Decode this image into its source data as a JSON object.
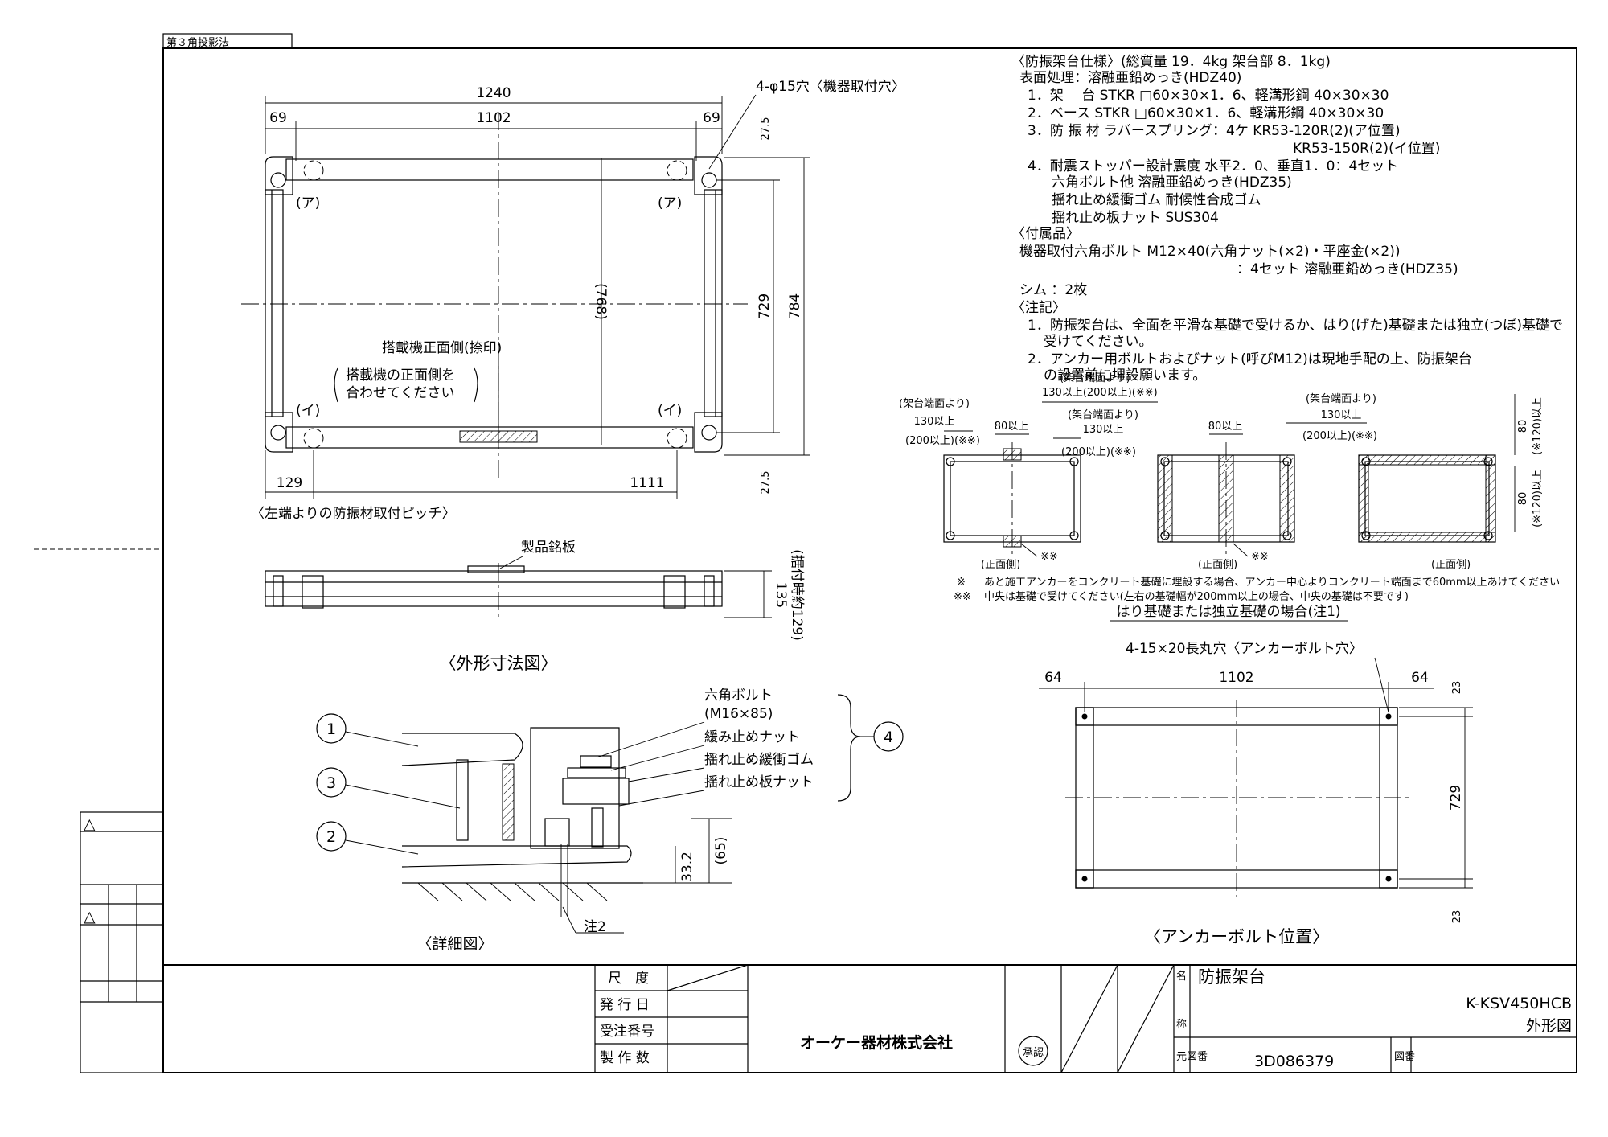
{
  "projection_method": "第３角投影法",
  "spec": {
    "lines": [
      "〈防振架台仕様〉(総質量 19．4kg 架台部 8．1kg)",
      "表面処理：溶融亜鉛めっき(HDZ40)",
      "1．架　 台  STKR □60×30×1．6、軽溝形鋼 40×30×30",
      "2．ベース  STKR □60×30×1．6、軽溝形鋼 40×30×30",
      "3．防 振 材  ラバースプリング：4ケ  KR53-120R(2)(ア位置)",
      "KR53-150R(2)(イ位置)",
      "4．耐震ストッパー設計震度  水平2．0、垂直1．0：4セット",
      "六角ボルト他  溶融亜鉛めっき(HDZ35)",
      "揺れ止め緩衝ゴム  耐候性合成ゴム",
      "揺れ止め板ナット  SUS304",
      "〈付属品〉",
      "機器取付六角ボルト  M12×40(六角ナット(×2)・平座金(×2))",
      "：4セット  溶融亜鉛めっき(HDZ35)",
      "シム  ：2枚",
      "〈注記〉",
      "1．防振架台は、全面を平滑な基礎で受けるか、はり(げた)基礎または独立(つぼ)基礎で",
      "受けてください。",
      "2．アンカー用ボルトおよびナット(呼びM12)は現地手配の上、防振架台",
      "の設置前に埋設願います。"
    ]
  },
  "plan_view": {
    "dim_total": "1240",
    "dim_inner": "1102",
    "dim_left": "69",
    "dim_right": "69",
    "holes": "4-φ15穴〈機器取付穴〉",
    "dim_768": "(768)",
    "dim_729": "729",
    "dim_784": "784",
    "dim_27_top": "27.5",
    "dim_27_bottom": "27.5",
    "dim_129": "129",
    "dim_1111": "1111",
    "mark_a": "(ア)",
    "mark_i": "(イ)",
    "front_label": "搭載機正面側(捺印)",
    "front_note_1": "搭載機の正面側を",
    "front_note_2": "合わせてください",
    "pitch_note": "〈左端よりの防振材取付ピッチ〉"
  },
  "side_view": {
    "nameplate": "製品銘板",
    "dim_135": "135",
    "dim_129": "(据付時約129)",
    "caption": "〈外形寸法図〉"
  },
  "detail": {
    "bolt": "六角ボルト",
    "bolt_size": "(M16×85)",
    "lock_nut": "緩み止めナット",
    "rubber": "揺れ止め緩衝ゴム",
    "plate_nut": "揺れ止め板ナット",
    "c1": "1",
    "c2": "2",
    "c3": "3",
    "c4": "4",
    "dim_65": "(65)",
    "dim_33": "33.2",
    "note2": "注2",
    "caption": "〈詳細図〉"
  },
  "foundation": {
    "edge1": "(架台端面より)",
    "d130": "130以上",
    "d200": "(200以上)(※※)",
    "edge2": "(架台端面より)",
    "d130b": "130以上(200以上)(※※)",
    "d80a": "80以上",
    "edge3": "(架台端面より)",
    "d130c": "130以上",
    "d200c": "(200以上)(※※)",
    "d80b": "80以上",
    "edge4": "(架台端面より)",
    "d130d": "130以上",
    "d200d": "(200以上)(※※)",
    "v80a": "80",
    "v120a": "(※120)以上",
    "v80b": "80",
    "v120b": "(※120)以上",
    "front1": "(正面側)",
    "front2": "(正面側)",
    "front3": "(正面側)",
    "star1": "※※",
    "star2": "※※",
    "note_s": "※",
    "note_s_text": "あと施工アンカーをコンクリート基礎に埋設する場合、アンカー中心よりコンクリート端面まで60mm以上あけてください",
    "note_ss": "※※",
    "note_ss_text": "中央は基礎で受けてください(左右の基礎幅が200mm以上の場合、中央の基礎は不要です)",
    "caption": "はり基礎または独立基礎の場合(注1)"
  },
  "anchor": {
    "holes": "4-15×20長丸穴〈アンカーボルト穴〉",
    "dim_64l": "64",
    "dim_1102": "1102",
    "dim_64r": "64",
    "dim_23t": "23",
    "dim_729": "729",
    "dim_23b": "23",
    "caption": "〈アンカーボルト位置〉"
  },
  "title_block": {
    "revision_mark_1": "△",
    "revision_mark_2": "△",
    "scale": "尺　度",
    "issue_date": "発 行 日",
    "order_no": "受注番号",
    "qty": "製 作 数",
    "company": "オーケー器材株式会社",
    "stamp": "承認",
    "name_label": "名",
    "name_label2": "称",
    "product_name": "防振架台",
    "model": "K-KSV450HCB",
    "drawing_type": "外形図",
    "origin_label": "元図番",
    "origin_no": "3D086379",
    "drawing_no_label": "図番"
  }
}
